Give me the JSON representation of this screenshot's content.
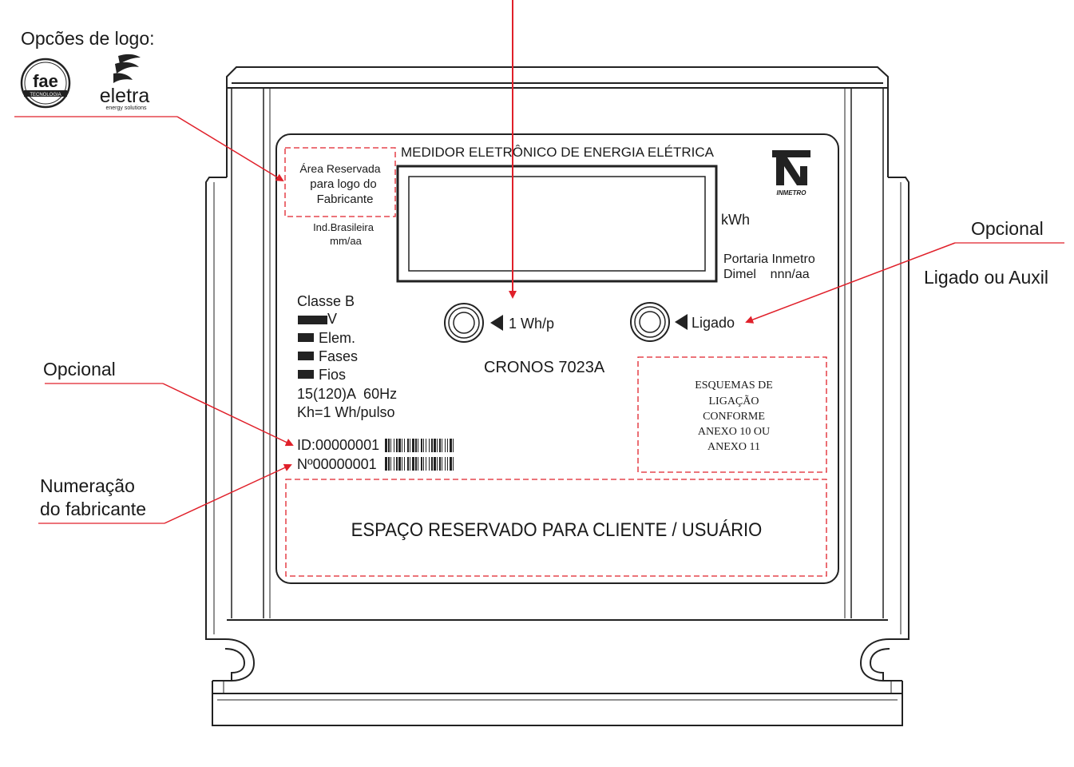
{
  "logo_options": {
    "title": "Opcões de logo:",
    "fae": {
      "name": "fae",
      "tagline": "TECNOLOGIA"
    },
    "eletra": {
      "name": "eletra",
      "tagline": "energy solutions"
    }
  },
  "meter": {
    "heading": "MEDIDOR ELETRÔNICO DE ENERGIA ELÉTRICA",
    "logo_area": [
      "Área Reservada",
      "para logo do",
      "Fabricante"
    ],
    "origin": [
      "Ind.Brasileira",
      "mm/aa"
    ],
    "display_unit": "kWh",
    "inmetro_label": "INMETRO",
    "portaria": [
      "Portaria Inmetro",
      "Dimel    nnn/aa"
    ],
    "pulse_led_label": "1 Wh/p",
    "status_led_label": "Ligado",
    "model": "CRONOS 7023A",
    "specs": {
      "classe": "Classe B",
      "voltage": "V",
      "elem": "Elem.",
      "fases": "Fases",
      "fios": "Fios",
      "current": "15(120)A  60Hz",
      "kh": "Kh=1 Wh/pulso"
    },
    "id_line": "ID:00000001",
    "serial_line": "Nº00000001",
    "schemes_box": [
      "ESQUEMAS DE",
      "LIGAÇÃO",
      "CONFORME",
      "ANEXO 10 OU",
      "ANEXO 11"
    ],
    "customer_area": "ESPAÇO RESERVADO PARA CLIENTE / USUÁRIO"
  },
  "callouts": {
    "opcional_right": "Opcional",
    "ligado_auxil": "Ligado ou Auxil",
    "opcional_left": "Opcional",
    "numeracao": [
      "Numeração",
      "do fabricante"
    ]
  },
  "colors": {
    "annotation": "#e0202a",
    "line": "#222222",
    "dashed": "#e0202a"
  }
}
